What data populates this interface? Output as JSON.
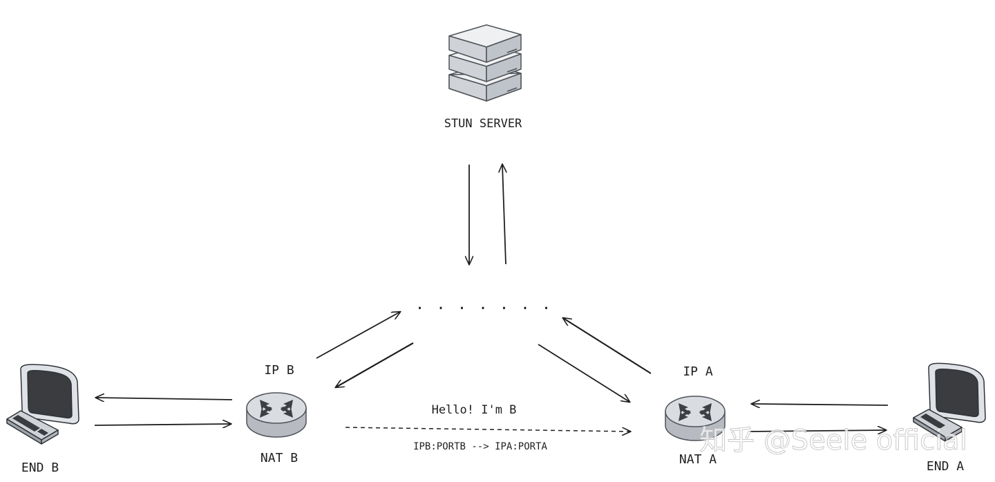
{
  "nodes": {
    "stun_server": {
      "label": "STUN SERVER",
      "icon": "server-stack-icon"
    },
    "internet": {
      "label": ". . . . . . ."
    },
    "nat_b": {
      "label": "NAT B",
      "ip_label": "IP B",
      "icon": "router-icon"
    },
    "nat_a": {
      "label": "NAT A",
      "ip_label": "IP A",
      "icon": "router-icon"
    },
    "end_b": {
      "label": "END B",
      "icon": "computer-icon"
    },
    "end_a": {
      "label": "END A",
      "icon": "computer-icon"
    }
  },
  "messages": {
    "hello": "Hello! I'm B",
    "mapping": "IPB:PORTB --> IPA:PORTA"
  },
  "watermark": "知乎 @Seele official",
  "colors": {
    "stroke": "#1e1e1e",
    "device_body": "#d0d4da",
    "device_dark": "#4a4a4a",
    "router_body": "#c9ccd1"
  }
}
